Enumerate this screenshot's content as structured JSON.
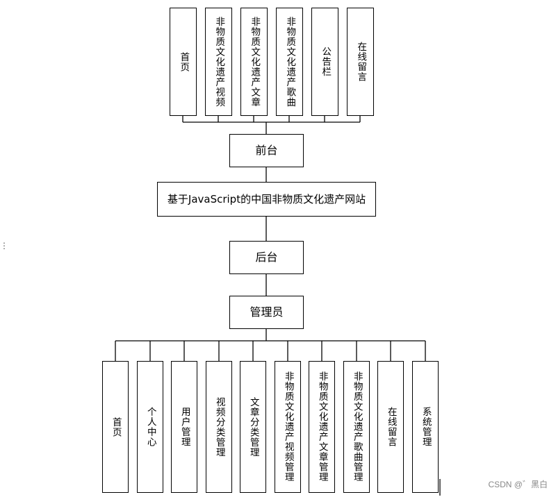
{
  "frontend": {
    "title": "前台",
    "modules": [
      "首页",
      "非物质文化遗产视频",
      "非物质文化遗产文章",
      "非物质文化遗产歌曲",
      "公告栏",
      "在线留言"
    ]
  },
  "system": {
    "title": "基于JavaScript的中国非物质文化遗产网站"
  },
  "backend": {
    "title": "后台",
    "role": "管理员",
    "modules": [
      "首页",
      "个人中心",
      "用户管理",
      "视频分类管理",
      "文章分类管理",
      "非物质文化遗产视频管理",
      "非物质文化遗产文章管理",
      "非物质文化遗产歌曲管理",
      "在线留言",
      "系统管理"
    ]
  },
  "watermark": "CSDN @゛黑白",
  "colors": {
    "line": "#000000",
    "box_bg": "#ffffff"
  }
}
